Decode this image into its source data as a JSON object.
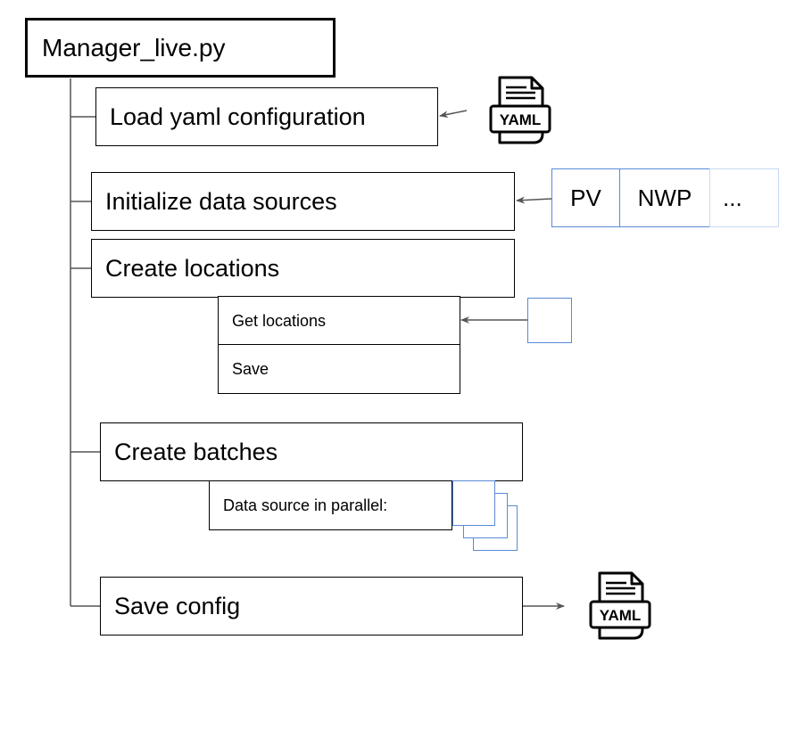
{
  "root": {
    "label": "Manager_live.py"
  },
  "steps": [
    {
      "id": "load",
      "label": "Load yaml configuration"
    },
    {
      "id": "init",
      "label": "Initialize data sources"
    },
    {
      "id": "locations",
      "label": "Create locations"
    },
    {
      "id": "batches",
      "label": "Create batches"
    },
    {
      "id": "save",
      "label": "Save config"
    }
  ],
  "location_substeps": [
    "Get locations",
    "Save"
  ],
  "batch_substep": "Data source in parallel:",
  "data_sources": [
    "PV",
    "NWP",
    "..."
  ],
  "yaml_icons": [
    {
      "name": "yaml-file-icon-input",
      "label": "YAML"
    },
    {
      "name": "yaml-file-icon-output",
      "label": "YAML"
    }
  ],
  "colors": {
    "line": "#555555",
    "accent_blue": "#5a8ad8",
    "faint_blue": "#c8d9f2"
  }
}
